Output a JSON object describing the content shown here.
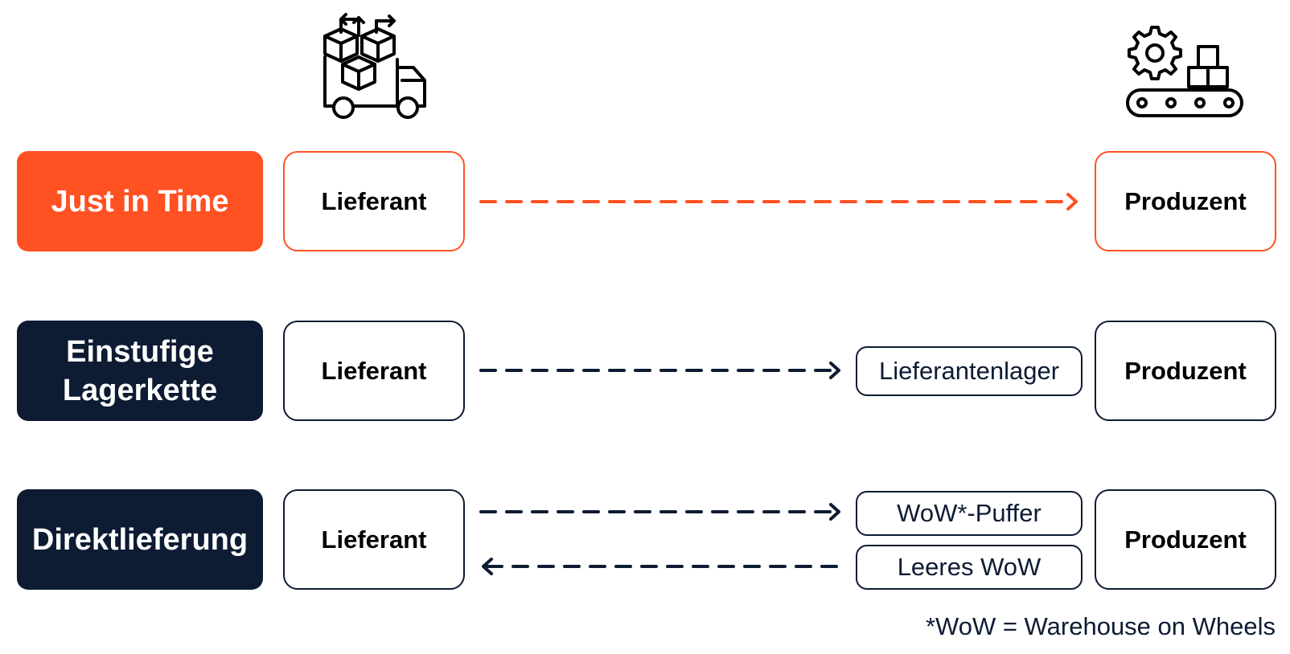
{
  "colors": {
    "accent": "#ff5122",
    "navy": "#0d1b33",
    "text": "#000000",
    "background": "#ffffff"
  },
  "icons": {
    "supplier": "truck-with-boxes-icon",
    "producer": "gear-conveyor-belt-icon"
  },
  "rows": [
    {
      "label": "Just in Time",
      "style": "accent",
      "left_node": "Lieferant",
      "right_node": "Produzent",
      "flows": [
        {
          "direction": "forward",
          "target": "Produzent"
        }
      ],
      "intermediate": []
    },
    {
      "label": "Einstufige\nLagerkette",
      "style": "navy",
      "left_node": "Lieferant",
      "right_node": "Produzent",
      "flows": [
        {
          "direction": "forward",
          "target": "Lieferantenlager"
        }
      ],
      "intermediate": [
        "Lieferantenlager"
      ]
    },
    {
      "label": "Direktlieferung",
      "style": "navy",
      "left_node": "Lieferant",
      "right_node": "Produzent",
      "flows": [
        {
          "direction": "forward",
          "target": "WoW*-Puffer"
        },
        {
          "direction": "backward",
          "target": "Lieferant"
        }
      ],
      "intermediate": [
        "WoW*-Puffer",
        "Leeres WoW"
      ]
    }
  ],
  "footnote": "*WoW = Warehouse on Wheels"
}
